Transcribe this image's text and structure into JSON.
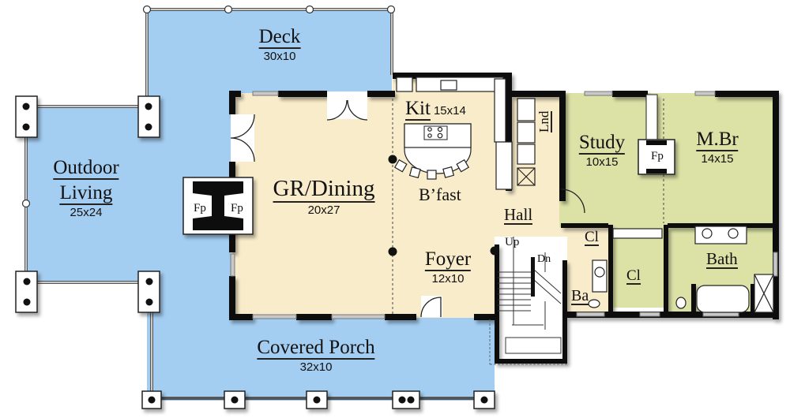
{
  "plan": {
    "colors": {
      "outdoor": "#a3cdf1",
      "living": "#f8ecca",
      "private": "#dce2a6",
      "wall": "#111111",
      "railing": "#e8e8e8",
      "white": "#ffffff"
    },
    "rooms": {
      "deck": {
        "name": "Deck",
        "dim": "30x10"
      },
      "outdoor_living": {
        "name_line1": "Outdoor",
        "name_line2": "Living",
        "dim": "25x24"
      },
      "gr_dining": {
        "name": "GR/Dining",
        "dim": "20x27"
      },
      "kitchen": {
        "name": "Kit",
        "dim": "15x14"
      },
      "breakfast": {
        "name": "B’fast"
      },
      "laundry": {
        "name": "Lnd"
      },
      "study": {
        "name": "Study",
        "dim": "10x15"
      },
      "master_bedroom": {
        "name": "M.Br",
        "dim": "14x15"
      },
      "hall": {
        "name": "Hall"
      },
      "foyer": {
        "name": "Foyer",
        "dim": "12x10"
      },
      "closet_hall": {
        "name": "Cl"
      },
      "closet_master": {
        "name": "Cl"
      },
      "bath": {
        "name": "Bath"
      },
      "half_bath": {
        "name": "Ba"
      },
      "covered_porch": {
        "name": "Covered Porch",
        "dim": "32x10"
      }
    },
    "fireplaces": {
      "outdoor_left": "Fp",
      "indoor_right": "Fp",
      "study_master": "Fp"
    },
    "stairs": {
      "up": "Up",
      "down": "Dn"
    }
  }
}
